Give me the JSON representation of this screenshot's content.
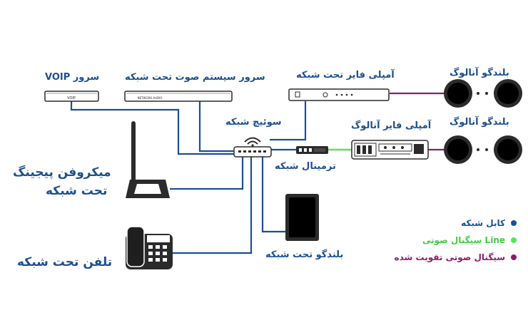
{
  "colors": {
    "network": "#1a4f96",
    "line_signal": "#5de05d",
    "amplified": "#8b1e6b",
    "label": "#1d4f8f",
    "device": "#2b2b2b"
  },
  "labels": {
    "voip_server": "سرور VOIP",
    "audio_server": "سرور سیستم صوت تحت شبکه",
    "fiber_amp": "آمپلی فایر تحت شبکه",
    "network_switch": "سوئیچ شبکه",
    "network_terminal": "ترمینال شبکه",
    "analog_amp": "آمپلی فایر آنالوگ",
    "analog_speaker_top": "بلندگو آنالوگ",
    "analog_speaker_bottom": "بلندگو آنالوگ",
    "paging_mic_line1": "میکروفن پیجینگ",
    "paging_mic_line2": "تحت شبکه",
    "ip_phone": "تلفن تحت شبکه",
    "network_speaker": "بلندگو تحت شبکه"
  },
  "legend": [
    {
      "label": "کابل شبکه",
      "color": "#1a4f96"
    },
    {
      "label": "سیگنال صوتی Line",
      "color": "#5de05d"
    },
    {
      "label": "سیگنال صوتی تقویت شده",
      "color": "#8b1e6b"
    }
  ],
  "device_text": {
    "audio_server_badge": "NETWORK AUDIO",
    "voip_badge": "VOIP"
  }
}
